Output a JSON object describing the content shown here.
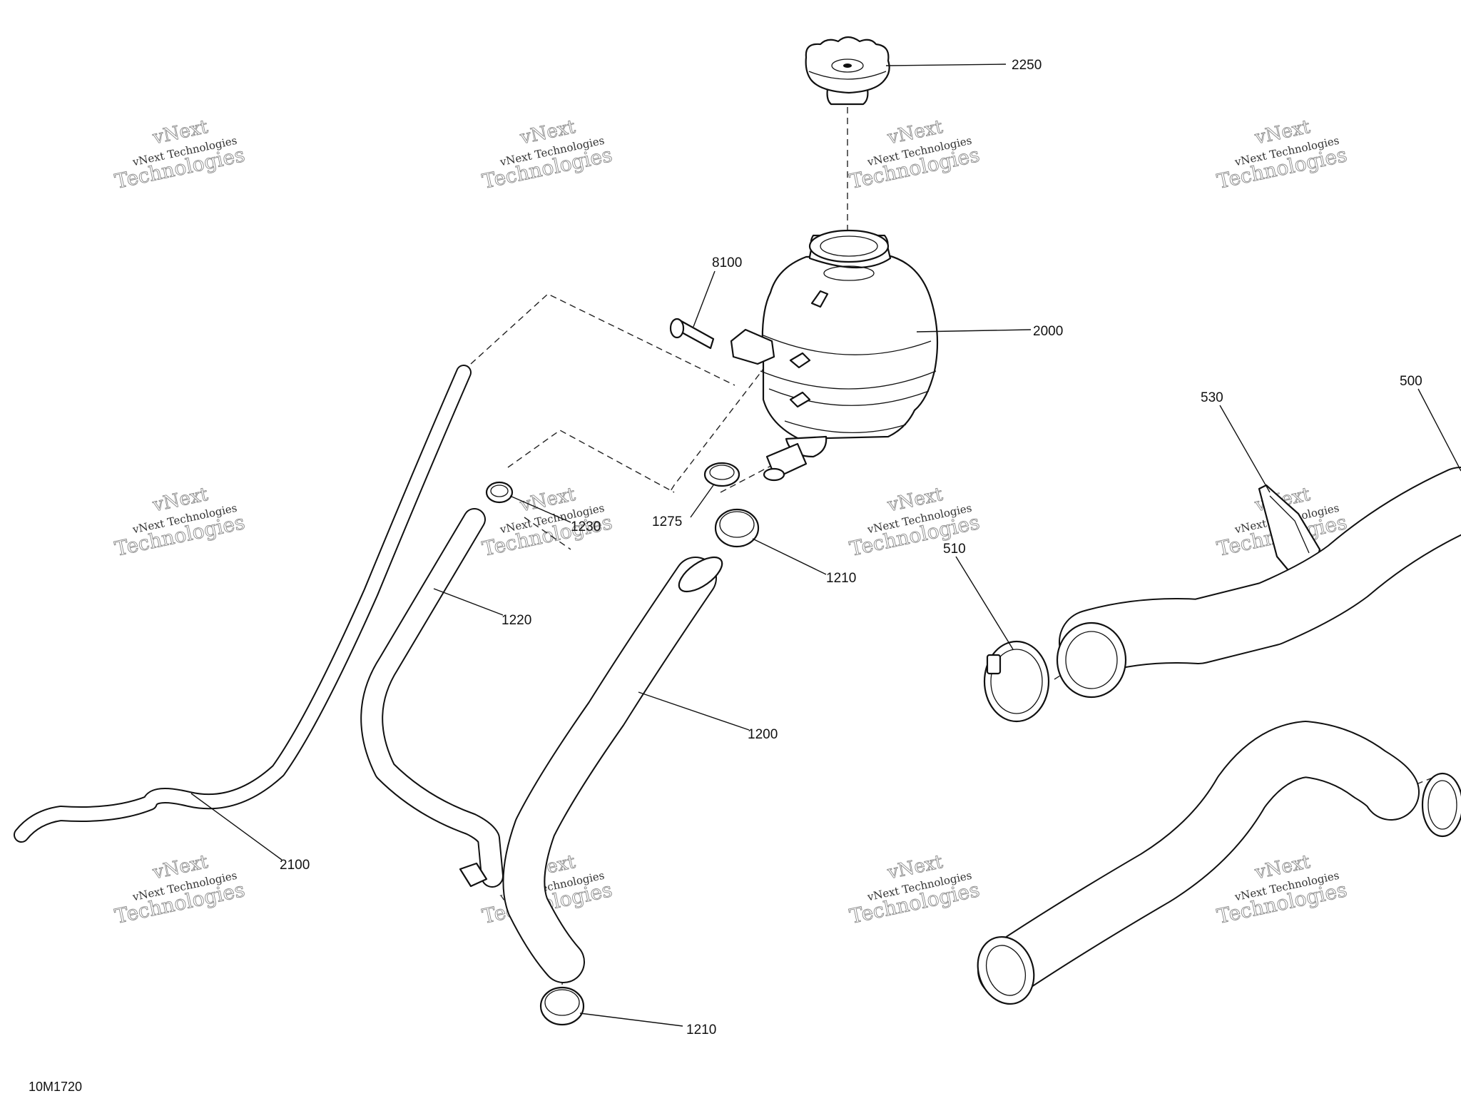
{
  "diagram": {
    "figure_code": "10M1720",
    "watermark": {
      "line1": "vNext",
      "line2": "vNext Technologies",
      "line3": "Technologies"
    },
    "parts": [
      {
        "id": "cap",
        "label": "2250"
      },
      {
        "id": "tank",
        "label": "2000"
      },
      {
        "id": "screw",
        "label": "8100"
      },
      {
        "id": "hose-long",
        "label": "2100"
      },
      {
        "id": "hose-small",
        "label": "1220"
      },
      {
        "id": "clamp-small",
        "label": "1230"
      },
      {
        "id": "clamp-tank",
        "label": "1275"
      },
      {
        "id": "hose-main",
        "label": "1200"
      },
      {
        "id": "clamp-upper",
        "label": "1210"
      },
      {
        "id": "clamp-lower",
        "label": "1210"
      },
      {
        "id": "clamp-right",
        "label": "510"
      },
      {
        "id": "bracket",
        "label": "530"
      },
      {
        "id": "hose-big",
        "label": "500"
      }
    ]
  }
}
